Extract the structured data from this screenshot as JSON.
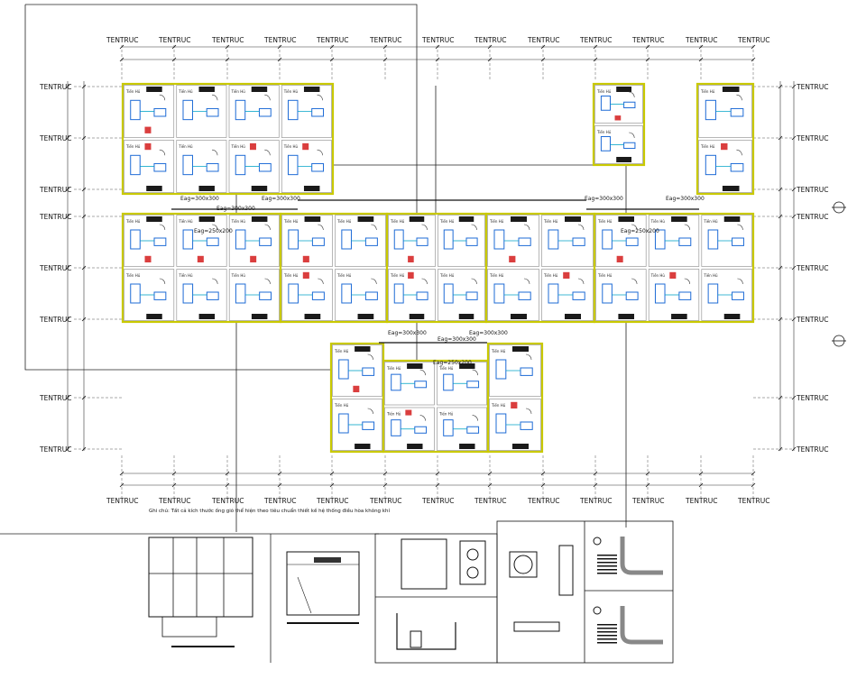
{
  "grid_tag": "TENTRUC",
  "duct_labels": [
    "Eag=300x300",
    "Eag=300x300",
    "Eag=300x300",
    "Eag=250x200",
    "Eag=300x300",
    "Eag=300x300",
    "Eag=250x200",
    "Eag=300x300",
    "Eag=250x200",
    "Eag=300x300",
    "Eag=300x300"
  ],
  "room_label": "Tiền Hủ",
  "footnote": "Ghi chú: Tất cả kích thước ống gió thể hiện theo tiêu chuẩn thiết kế hệ thống điều hòa không khí",
  "colors": {
    "wall": "#c9c900",
    "duct": "#1e6bd6",
    "hatch": "#d41c1c",
    "cyan": "#00a3c7",
    "ink": "#111111",
    "dim": "#2a2a2a"
  }
}
